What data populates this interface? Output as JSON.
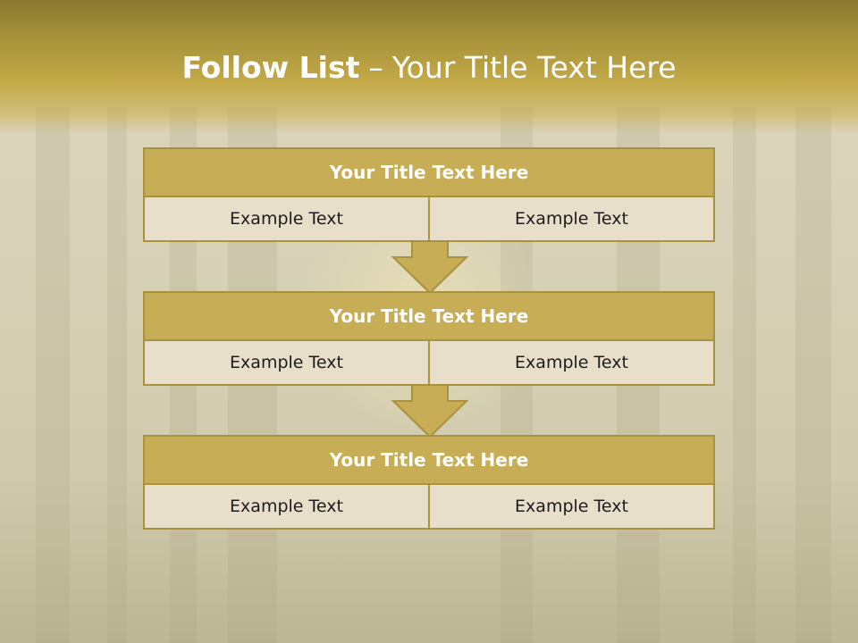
{
  "slide": {
    "title_bold": "Follow List",
    "title_separator": "–",
    "title_rest": "Your Title Text Here"
  },
  "blocks": [
    {
      "title": "Your Title Text Here",
      "left": "Example Text",
      "right": "Example Text"
    },
    {
      "title": "Your Title Text Here",
      "left": "Example Text",
      "right": "Example Text"
    },
    {
      "title": "Your Title Text Here",
      "left": "Example Text",
      "right": "Example Text"
    }
  ],
  "colors": {
    "accent_gold": "#c7ad55",
    "border_gold": "#a8923f",
    "cell_fill": "#e8dfca"
  },
  "icons": [
    "down-arrow-icon",
    "down-arrow-icon"
  ]
}
